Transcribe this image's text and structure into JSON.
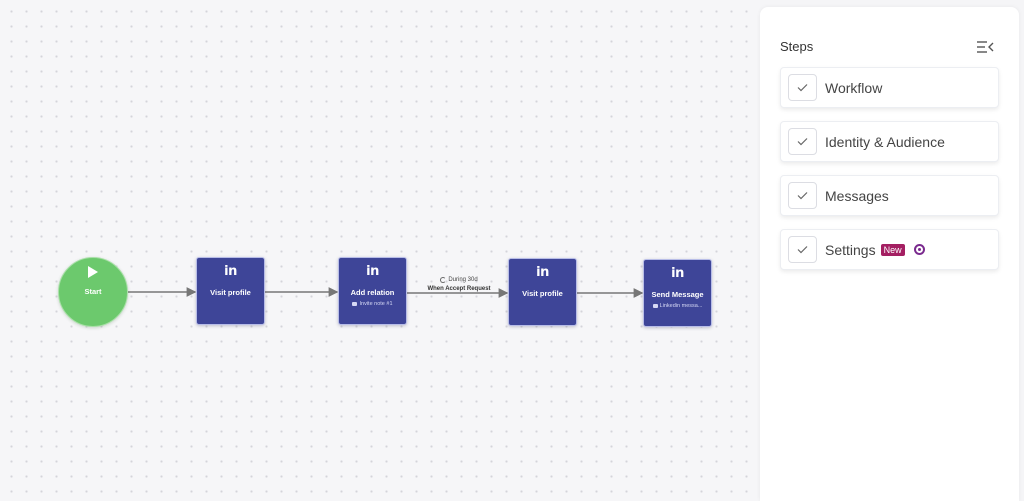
{
  "workflow": {
    "start_label": "Start",
    "nodes": [
      {
        "icon": "linkedin-icon",
        "icon_text": "in",
        "title": "Visit profile",
        "sub": ""
      },
      {
        "icon": "linkedin-icon",
        "icon_text": "in",
        "title": "Add relation",
        "sub": "Invite note #1"
      },
      {
        "icon": "linkedin-icon",
        "icon_text": "in",
        "title": "Visit profile",
        "sub": ""
      },
      {
        "icon": "linkedin-icon",
        "icon_text": "in",
        "title": "Send Message",
        "sub": "Linkedin messa..."
      }
    ],
    "edge_label": {
      "duration": "During 30d",
      "condition": "When Accept Request"
    }
  },
  "panel": {
    "title": "Steps",
    "steps": [
      {
        "label": "Workflow",
        "done": true
      },
      {
        "label": "Identity & Audience",
        "done": true
      },
      {
        "label": "Messages",
        "done": true
      },
      {
        "label": "Settings",
        "done": true,
        "badge": "New"
      }
    ]
  },
  "colors": {
    "node": "#3e4598",
    "start": "#6cc96d",
    "badge": "#a41f62",
    "radio": "#7a2a8e"
  }
}
